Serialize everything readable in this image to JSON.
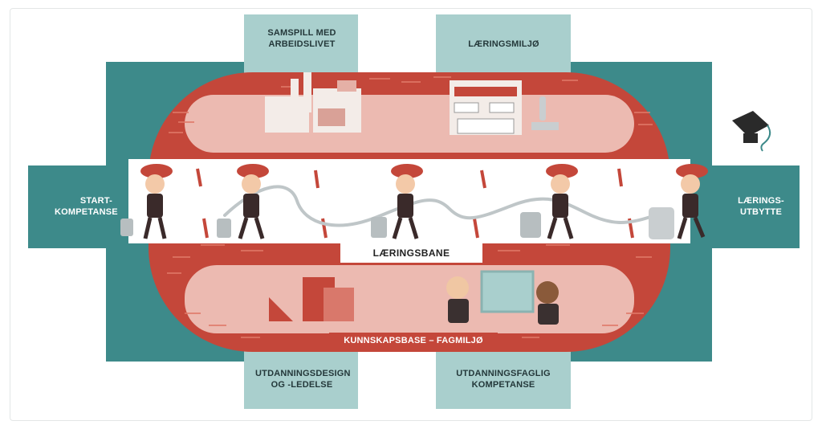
{
  "labels": {
    "top_left": "SAMSPILL MED ARBEIDSLIVET",
    "top_right": "LÆRINGSMILJØ",
    "bottom_left": "UTDANNINGSDESIGN OG -LEDELSE",
    "bottom_right": "UTDANNINGSFAGLIG KOMPETANSE",
    "left": "START-KOMPETANSE",
    "right": "LÆRINGS-UTBYTTE",
    "lane": "LÆRINGSBANE",
    "base": "KUNNSKAPSBASE – FAGMILJØ"
  },
  "colors": {
    "teal_dark": "#3d8a8a",
    "teal_light": "#a9cfcd",
    "track_red": "#c4473a",
    "track_pink": "#ecbab1",
    "lane_white": "#ffffff"
  },
  "icons": [
    "factory-icon",
    "building-icon",
    "microscope-icon",
    "blocks-icon",
    "teachers-icon",
    "graduation-cap-icon",
    "student-icon",
    "suitcase-icon"
  ]
}
